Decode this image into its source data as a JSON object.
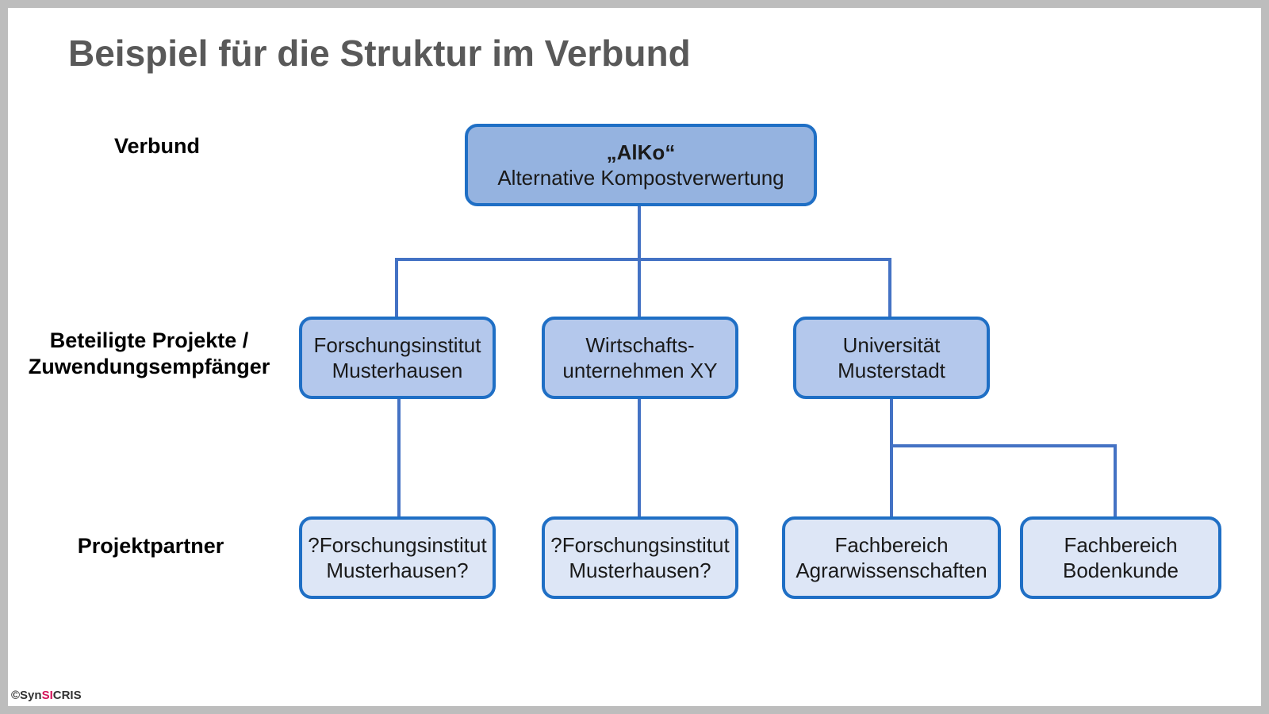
{
  "title": "Beispiel für die Struktur im Verbund",
  "levels": {
    "verbund": "Verbund",
    "beteiligte_line1": "Beteiligte Projekte /",
    "beteiligte_line2": "Zuwendungsempfänger",
    "partner": "Projektpartner"
  },
  "nodes": {
    "root": {
      "line1": "„AlKo“",
      "line2": "Alternative Kompostverwertung"
    },
    "forschung": {
      "line1": "Forschungsinstitut",
      "line2": "Musterhausen"
    },
    "wirtschaft": {
      "line1": "Wirtschafts-",
      "line2": "unternehmen XY"
    },
    "uni": {
      "line1": "Universität",
      "line2": "Musterstadt"
    },
    "partner1": {
      "line1": "?Forschungsinstitut",
      "line2": "Musterhausen?"
    },
    "partner2": {
      "line1": "?Forschungsinstitut",
      "line2": "Musterhausen?"
    },
    "agrar": {
      "line1": "Fachbereich",
      "line2": "Agrarwissenschaften"
    },
    "boden": {
      "line1": "Fachbereich",
      "line2": "Bodenkunde"
    }
  },
  "copyright": {
    "prefix": "©Syn",
    "accent": "SI",
    "suffix": "CRIS"
  },
  "colors": {
    "border": "#1f6fc5",
    "connector": "#4472c4",
    "root_fill": "#95b3e0",
    "level1_fill": "#b4c8ec",
    "level2_fill": "#dde6f6",
    "title_color": "#595959",
    "brand_accent": "#d4145a"
  }
}
